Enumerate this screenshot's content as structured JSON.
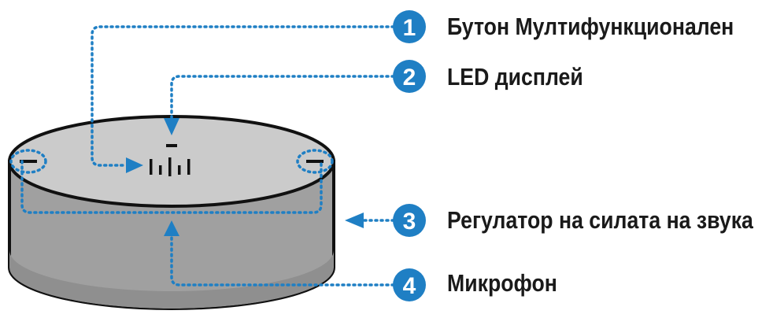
{
  "colors": {
    "accent": "#1f7fc4",
    "device_top": "#cbcbcb",
    "device_side": "#a0a0a0",
    "outline": "#111111",
    "text": "#1a1a1a"
  },
  "callouts": [
    {
      "number": "1",
      "label": "Бутон Мултифункционален"
    },
    {
      "number": "2",
      "label": "LED дисплей"
    },
    {
      "number": "3",
      "label": "Регулатор на силата на звука"
    },
    {
      "number": "4",
      "label": "Микрофон"
    }
  ]
}
